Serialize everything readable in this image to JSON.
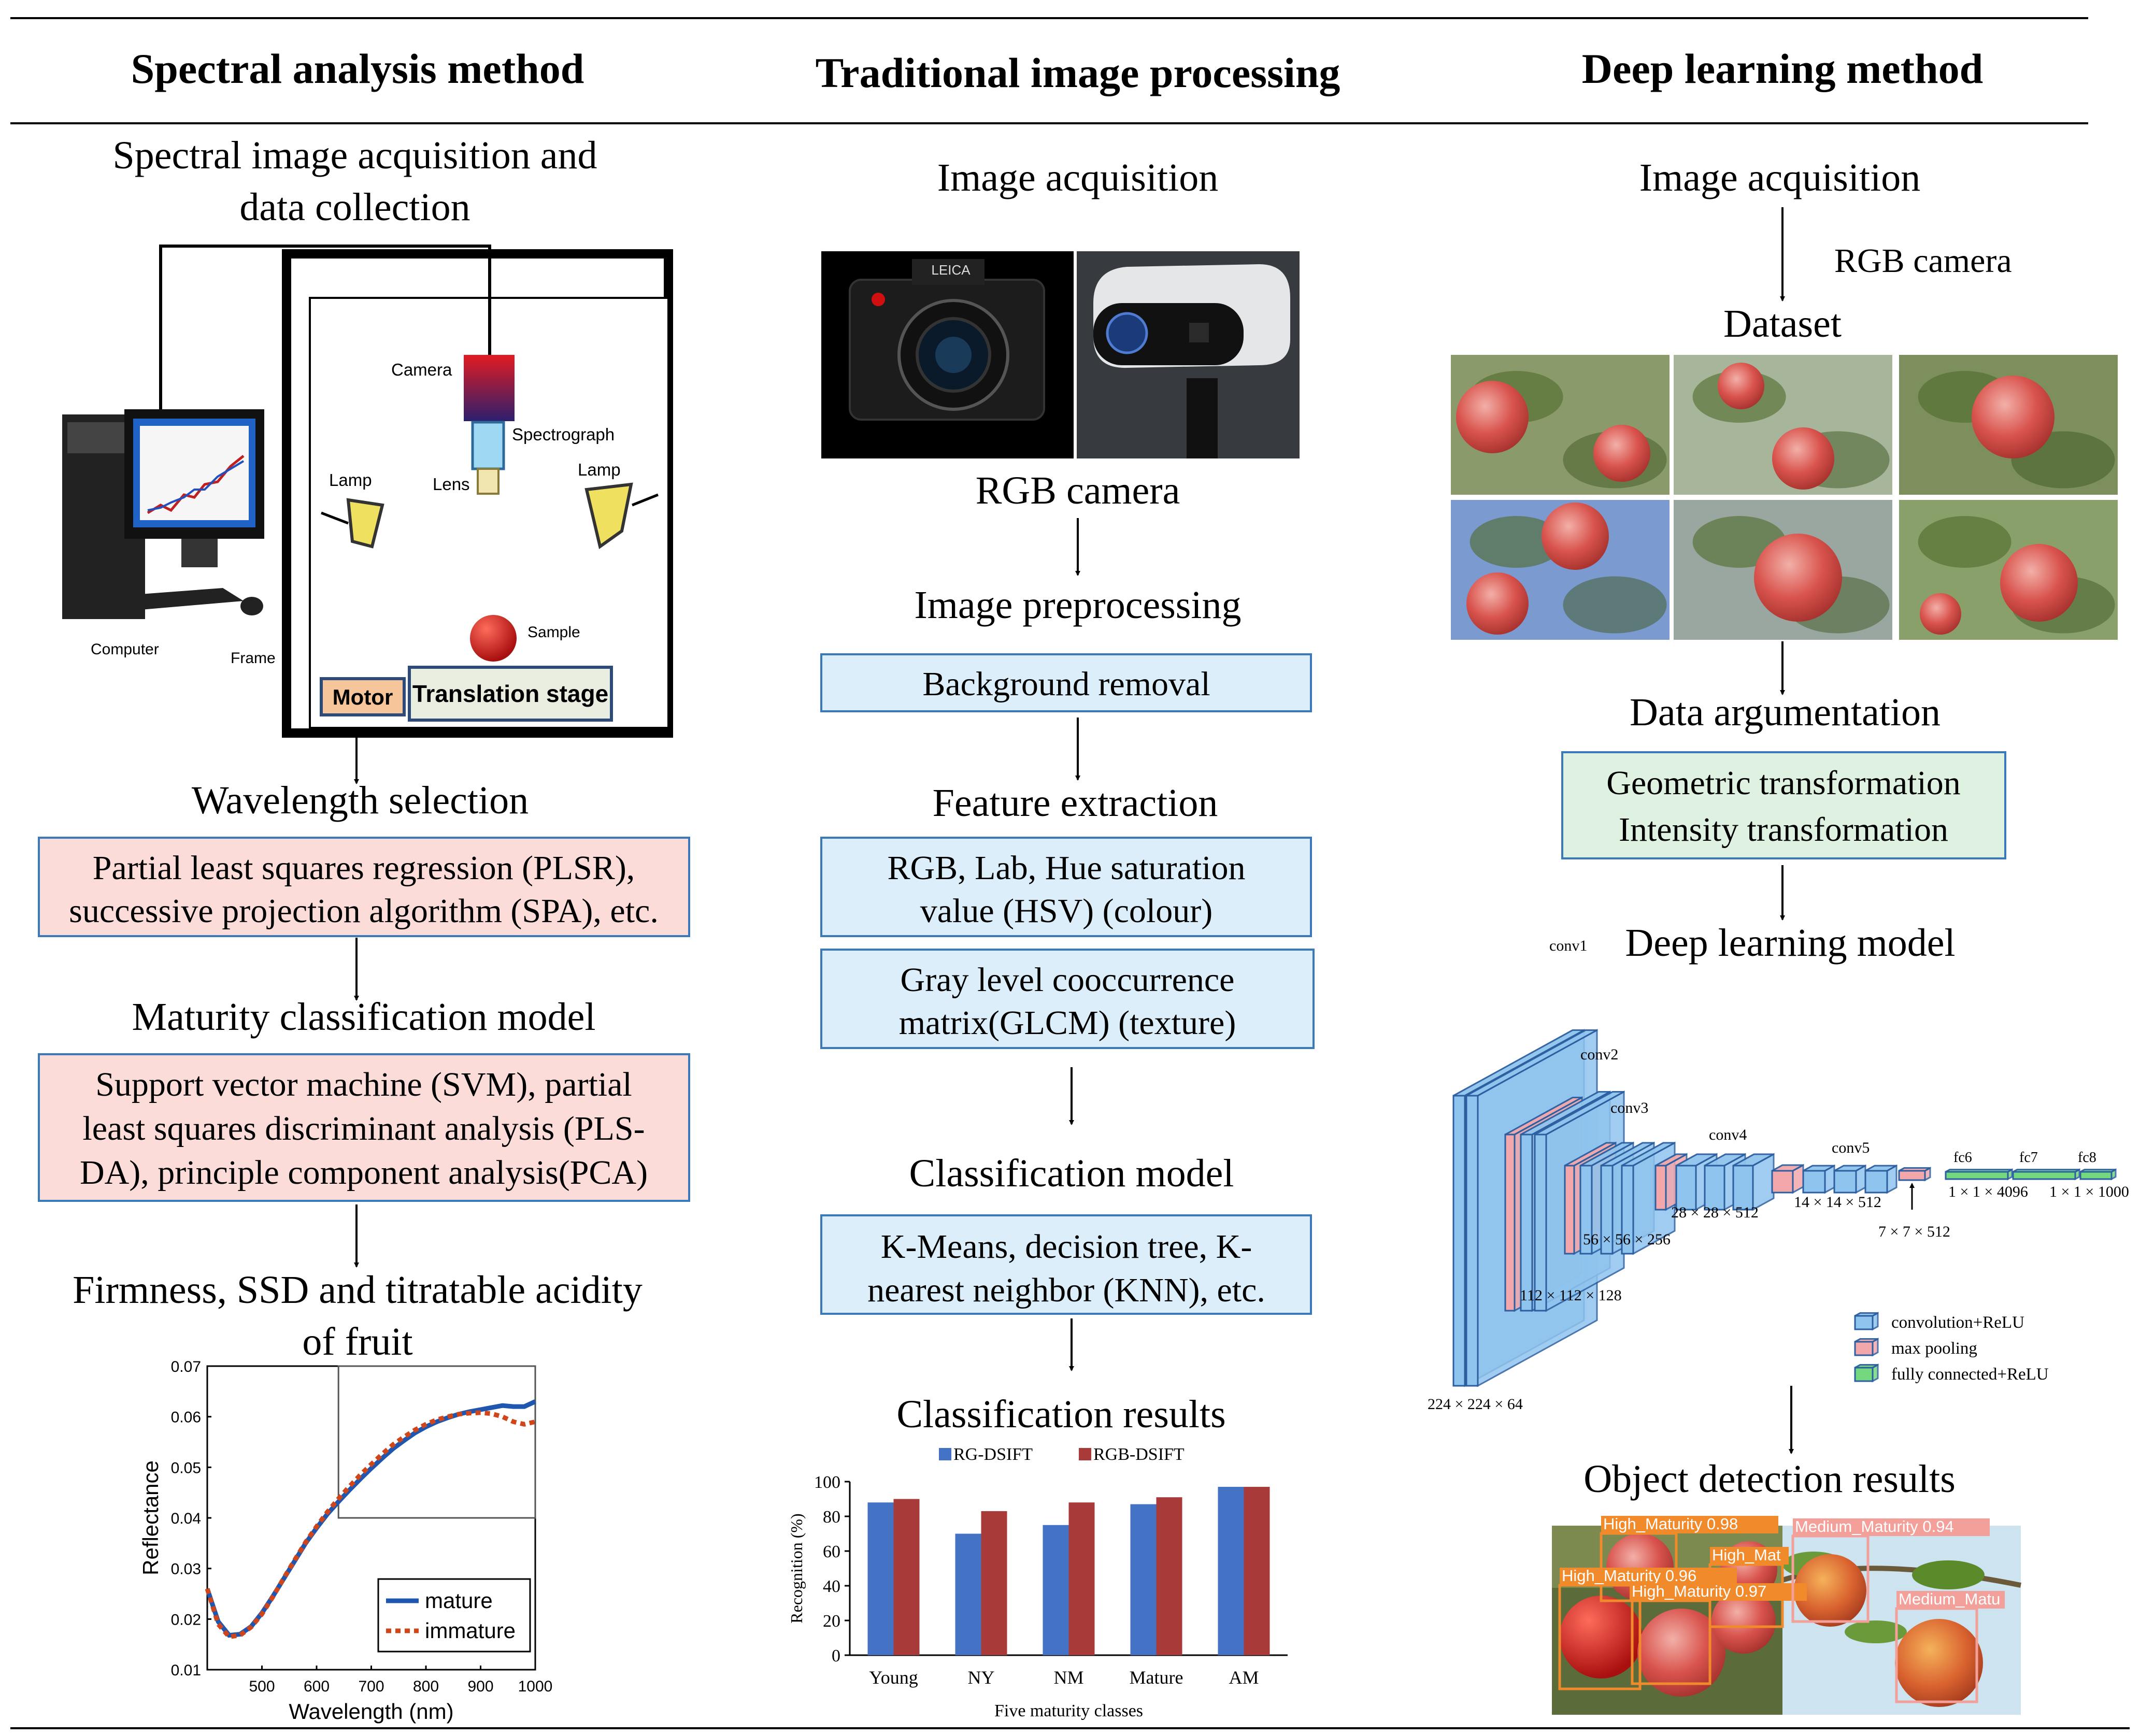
{
  "columns": {
    "spectral": {
      "header": "Spectral analysis method",
      "acq_line1": "Spectral image acquisition and",
      "acq_line2": "data collection",
      "setup": {
        "camera": "Camera",
        "spectrograph": "Spectrograph",
        "lens": "Lens",
        "lamp_left": "Lamp",
        "lamp_right": "Lamp",
        "sample": "Sample",
        "computer": "Computer",
        "frame": "Frame",
        "motor": "Motor",
        "stage": "Translation stage"
      },
      "step_wavelength": "Wavelength selection",
      "box_wavelength_1": "Partial least squares regression (PLSR),",
      "box_wavelength_2": "successive projection algorithm (SPA), etc.",
      "step_model": "Maturity classification model",
      "box_model_1": "Support vector machine (SVM), partial",
      "box_model_2": "least squares discriminant analysis (PLS-",
      "box_model_3": "DA), principle component analysis(PCA)",
      "step_result_1": "Firmness, SSD and titratable acidity",
      "step_result_2": "of fruit"
    },
    "traditional": {
      "header": "Traditional image processing",
      "step_acq": "Image acquisition",
      "camera_label": "RGB camera",
      "camera_brand": "LEICA",
      "step_pre": "Image preprocessing",
      "box_pre": "Background removal",
      "step_feat": "Feature extraction",
      "box_feat1_1": "RGB, Lab, Hue saturation",
      "box_feat1_2": "value (HSV) (colour)",
      "box_feat2_1": "Gray level cooccurrence",
      "box_feat2_2": "matrix(GLCM) (texture)",
      "step_class": "Classification model",
      "box_class_1": "K-Means, decision tree, K-",
      "box_class_2": "nearest neighbor (KNN), etc.",
      "step_results": "Classification results"
    },
    "deep": {
      "header": "Deep learning method",
      "step_acq": "Image acquisition",
      "camera_label": "RGB camera",
      "step_dataset": "Dataset",
      "step_aug": "Data argumentation",
      "box_aug_1": "Geometric transformation",
      "box_aug_2": "Intensity transformation",
      "step_model": "Deep learning model",
      "step_detect": "Object detection results",
      "network": {
        "conv1": "conv1",
        "conv2": "conv2",
        "conv3": "conv3",
        "conv4": "conv4",
        "conv5": "conv5",
        "fc6": "fc6",
        "fc7": "fc7",
        "fc8": "fc8",
        "d224": "224 × 224 × 64",
        "d112": "112 × 112 × 128",
        "d56": "56 × 56 × 256",
        "d28": "28 × 28 × 512",
        "d14": "14 × 14 × 512",
        "d7": "7 × 7 × 512",
        "d4096": "1 × 1 × 4096",
        "d1000": "1 × 1 × 1000",
        "legend_conv": "convolution+ReLU",
        "legend_pool": "max pooling",
        "legend_fc": "fully connected+ReLU"
      },
      "detections": [
        {
          "label": "High_Maturity 0.98"
        },
        {
          "label": "High_Mat"
        },
        {
          "label": "High_Maturity 0.96"
        },
        {
          "label": "High_Maturity 0.97"
        },
        {
          "label": "Medium_Maturity 0.94"
        },
        {
          "label": "Medium_Matu"
        }
      ]
    }
  },
  "colors": {
    "pink_box": "#fbdcd9",
    "blue_box": "#dbeefa",
    "green_box": "#dff2e2",
    "series_rg": "#4472c4",
    "series_rgb": "#a83a3a",
    "mature": "#1f56b0",
    "immature": "#d0461b",
    "conv": "#8fc4ee",
    "pool": "#f4a7ab",
    "fc": "#74d87e"
  },
  "chart_data": [
    {
      "type": "line",
      "title": "",
      "xlabel": "Wavelength (nm)",
      "ylabel": "Reflectance",
      "xlim": [
        400,
        1000
      ],
      "ylim": [
        0.01,
        0.07
      ],
      "xticks": [
        500,
        600,
        700,
        800,
        900,
        1000
      ],
      "yticks": [
        0.01,
        0.02,
        0.03,
        0.04,
        0.05,
        0.06,
        0.07
      ],
      "legend_position": "bottom-right",
      "series": [
        {
          "name": "mature",
          "style": "solid",
          "x": [
            400,
            420,
            440,
            460,
            480,
            500,
            520,
            540,
            560,
            580,
            600,
            620,
            640,
            660,
            680,
            700,
            720,
            740,
            760,
            780,
            800,
            820,
            840,
            860,
            880,
            900,
            920,
            940,
            960,
            980,
            1000
          ],
          "y": [
            0.026,
            0.0195,
            0.0168,
            0.017,
            0.0185,
            0.0212,
            0.0245,
            0.028,
            0.0315,
            0.035,
            0.038,
            0.0408,
            0.0432,
            0.0455,
            0.0477,
            0.0498,
            0.0518,
            0.0537,
            0.0553,
            0.0568,
            0.058,
            0.059,
            0.0598,
            0.0605,
            0.061,
            0.0614,
            0.0618,
            0.0622,
            0.062,
            0.062,
            0.063
          ]
        },
        {
          "name": "immature",
          "style": "dotted",
          "x": [
            400,
            420,
            440,
            460,
            480,
            500,
            520,
            540,
            560,
            580,
            600,
            620,
            640,
            660,
            680,
            700,
            720,
            740,
            760,
            780,
            800,
            820,
            840,
            860,
            880,
            900,
            920,
            940,
            960,
            980,
            1000
          ],
          "y": [
            0.026,
            0.019,
            0.0165,
            0.0168,
            0.0184,
            0.021,
            0.0244,
            0.0281,
            0.0317,
            0.0352,
            0.0383,
            0.0412,
            0.0438,
            0.0462,
            0.0485,
            0.0506,
            0.0526,
            0.0545,
            0.056,
            0.0574,
            0.0585,
            0.0594,
            0.06,
            0.0605,
            0.0607,
            0.0608,
            0.0606,
            0.06,
            0.059,
            0.0585,
            0.059
          ]
        }
      ]
    },
    {
      "type": "bar",
      "title": "",
      "xlabel": "Five maturity classes",
      "ylabel": "Recognition (%)",
      "ylim": [
        0,
        100
      ],
      "yticks": [
        0,
        20,
        40,
        60,
        80,
        100
      ],
      "legend_position": "top",
      "categories": [
        "Young",
        "NY",
        "NM",
        "Mature",
        "AM"
      ],
      "series": [
        {
          "name": "RG-DSIFT",
          "values": [
            88,
            70,
            75,
            87,
            97
          ]
        },
        {
          "name": "RGB-DSIFT",
          "values": [
            90,
            83,
            88,
            91,
            97
          ]
        }
      ]
    }
  ]
}
